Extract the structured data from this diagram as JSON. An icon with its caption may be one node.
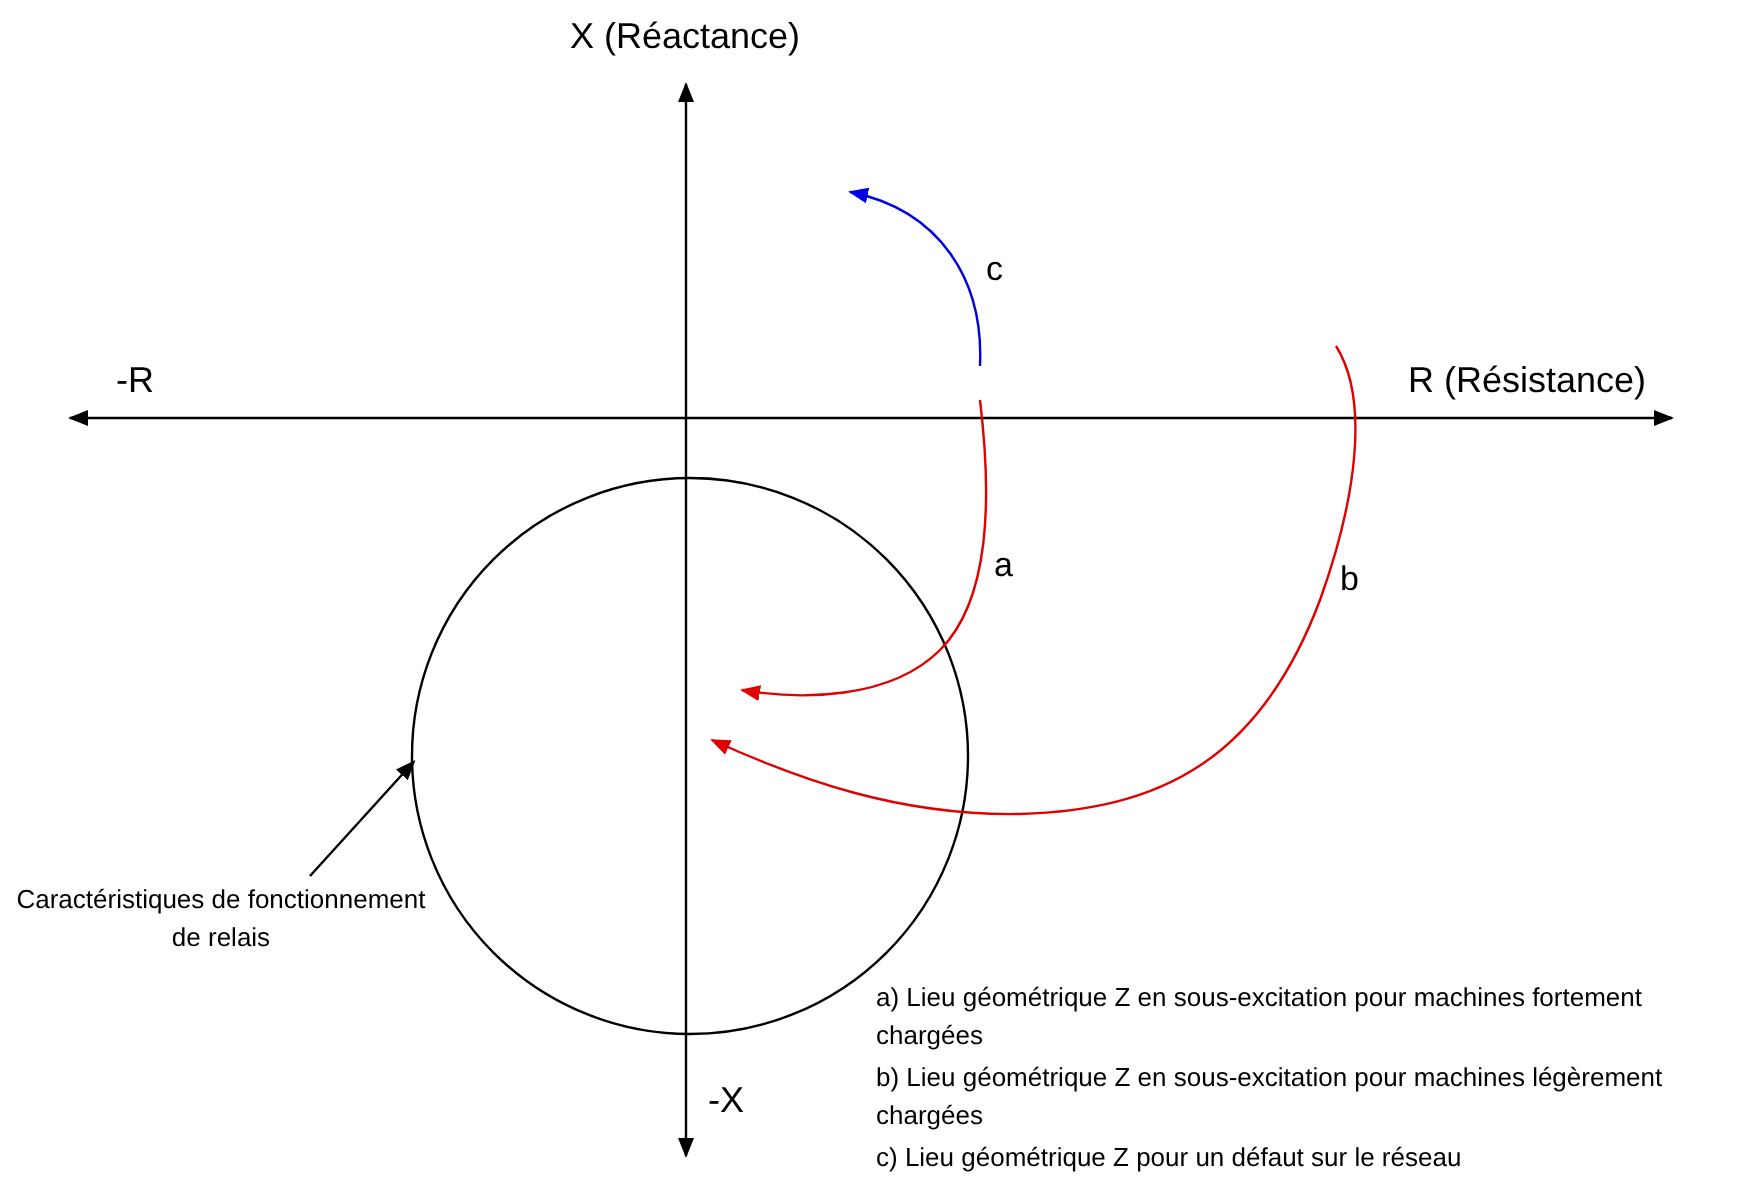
{
  "diagram": {
    "nodes": [
      {
        "text": [
          "Caractéristiques de fonctionnement de relais"
        ]
      },
      {
        "text": [],
        "shape": "circle"
      }
    ],
    "edges": [
      {
        "from": 0,
        "to": 1,
        "arrow": "to",
        "color": "#000000"
      },
      {
        "from": null,
        "to": 1,
        "arrow": "to",
        "label": "a",
        "color": "#e00000"
      },
      {
        "from": null,
        "to": 1,
        "arrow": "to",
        "label": "b",
        "color": "#e00000"
      }
    ],
    "labels": [
      "X (Réactance)",
      "-R",
      "R (Résistance)",
      "c",
      "-X",
      "a) Lieu géométrique Z en sous-excitation pour machines fortement chargées",
      "b) Lieu géométrique Z en sous-excitation pour machines légèrement chargées",
      "c) Lieu géométrique Z pour un défaut sur le réseau"
    ]
  }
}
